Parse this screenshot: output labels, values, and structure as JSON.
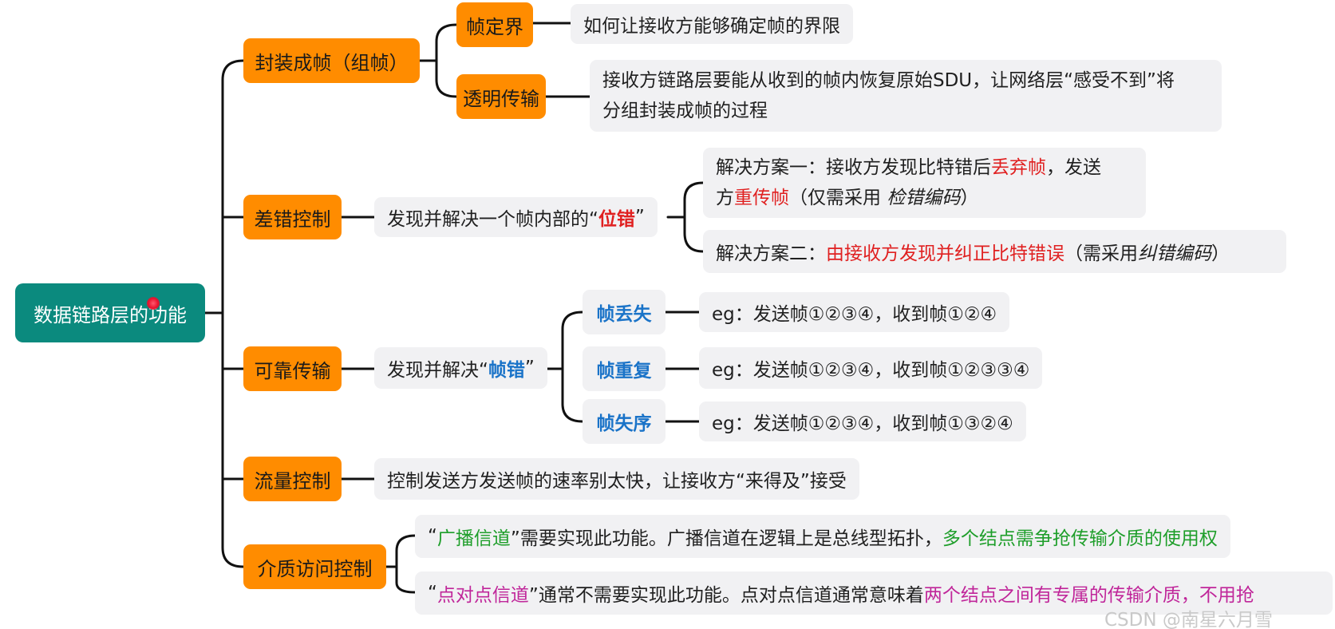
{
  "root": {
    "label": "数据链路层的功能"
  },
  "framing": {
    "label": "封装成帧（组帧）",
    "delimit": {
      "label": "帧定界",
      "desc": "如何让接收方能够确定帧的界限"
    },
    "transparent": {
      "label": "透明传输",
      "line1": "接收方链路层要能从收到的帧内恢复原始SDU，让网络层“感受不到”将",
      "line2": "分组封装成帧的过程"
    }
  },
  "error_control": {
    "label": "差错控制",
    "desc_pre": "发现并解决一个帧内部的“",
    "desc_key": "位错",
    "desc_post": "”",
    "plan1": {
      "pre": "解决方案一：接收方发现比特错后",
      "key1": "丢弃帧",
      "mid": "，发送",
      "l2_pre": "方",
      "key2": "重传帧",
      "l2_mid": "（仅需采用 ",
      "l2_ital": "检错编码",
      "l2_post": "）"
    },
    "plan2": {
      "pre": "解决方案二：",
      "key": "由接收方发现并纠正比特错误",
      "mid": "（需采用 ",
      "ital": "纠错编码",
      "post": "）"
    }
  },
  "reliable": {
    "label": "可靠传输",
    "desc_pre": "发现并解决“",
    "desc_key": "帧错",
    "desc_post": "”",
    "items": [
      {
        "label": "帧丢失",
        "eg": "eg：发送帧①②③④，收到帧①②④"
      },
      {
        "label": "帧重复",
        "eg": "eg：发送帧①②③④，收到帧①②③③④"
      },
      {
        "label": "帧失序",
        "eg": "eg：发送帧①②③④，收到帧①③②④"
      }
    ]
  },
  "flow": {
    "label": "流量控制",
    "desc": "控制发送方发送帧的速率别太快，让接收方“来得及”接受"
  },
  "mac": {
    "label": "介质访问控制",
    "broadcast": {
      "q_open": "“",
      "key": "广播信道",
      "q_close_text": "”需要实现此功能。广播信道在逻辑上是总线型拓扑，",
      "key2": "多个结点需争抢传输介质的使用权"
    },
    "p2p": {
      "q_open": "“",
      "key": "点对点信道",
      "q_close_text": "”通常不需要实现此功能。点对点信道通常意味着",
      "key2": "两个结点之间有专属的传输介质，不用抢"
    }
  },
  "watermark": "CSDN @南星六月雪",
  "colors": {
    "root": "#0b8a7e",
    "category": "#ff8c00",
    "leaf": "#f1f1f3",
    "highlight_red": "#e02020",
    "highlight_green": "#1e9e2a",
    "highlight_magenta": "#c0269a",
    "highlight_blue": "#1a73c8"
  }
}
